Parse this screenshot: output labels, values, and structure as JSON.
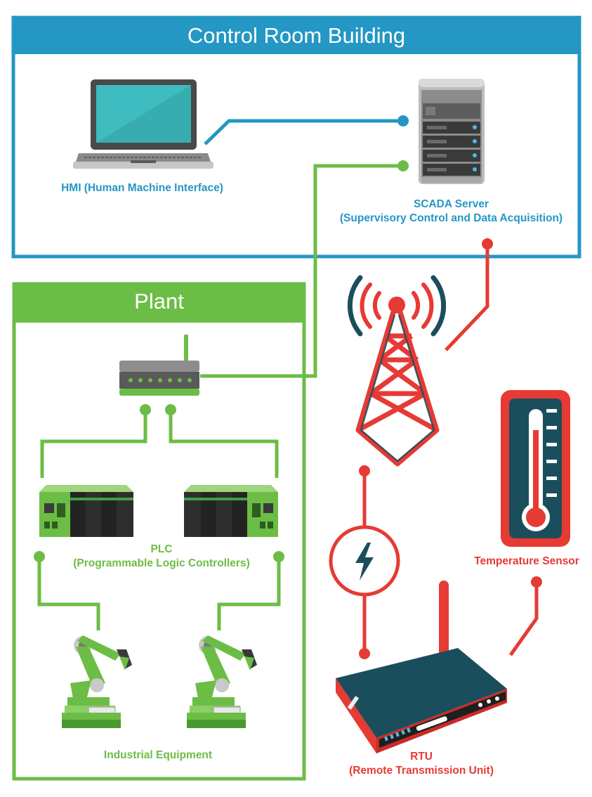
{
  "control_room": {
    "title": "Control Room Building",
    "hmi_label": "HMI (Human Machine Interface)",
    "scada_label_line1": "SCADA Server",
    "scada_label_line2": "(Supervisory Control and Data Acquisition)"
  },
  "plant": {
    "title": "Plant",
    "plc_label_line1": "PLC",
    "plc_label_line2": "(Programmable Logic Controllers)",
    "equipment_label": "Industrial Equipment"
  },
  "field": {
    "temperature_label": "Temperature Sensor",
    "rtu_label_line1": "RTU",
    "rtu_label_line2": "(Remote Transmission Unit)"
  },
  "colors": {
    "blue": "#2497c4",
    "green": "#6cbd45",
    "red": "#e63a35",
    "dark_teal": "#1b4e5c"
  }
}
